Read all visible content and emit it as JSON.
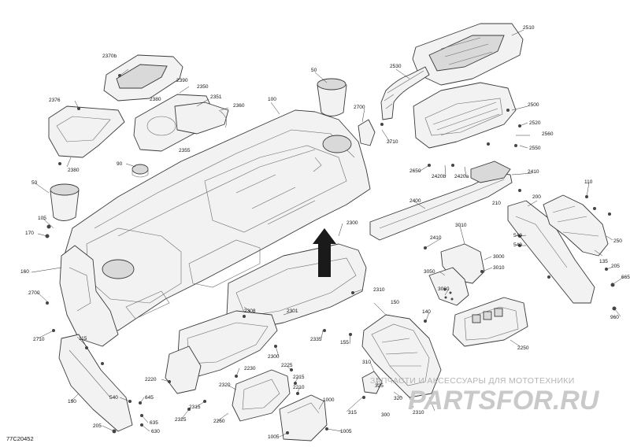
{
  "diagram": {
    "reference_code": "77C20452",
    "watermark": {
      "line1": "ЗАПЧАСТИ И АКСЕССУАРЫ ДЛЯ МОТОТЕХНИКИ",
      "line2": "PARTSFOR.RU"
    },
    "callouts": [
      "2510",
      "2370b",
      "2390",
      "2380",
      "2350",
      "2351",
      "2360",
      "2376",
      "2355",
      "2380",
      "50",
      "100",
      "2700",
      "2710",
      "2530",
      "2500",
      "2520",
      "2560",
      "2550",
      "2650",
      "2420b",
      "2420a",
      "2410",
      "200",
      "210",
      "110",
      "250",
      "2400",
      "90",
      "50",
      "105",
      "170",
      "2300",
      "3010",
      "540",
      "540",
      "135",
      "205",
      "665",
      "960",
      "2410",
      "3000",
      "3050",
      "3010",
      "3060",
      "2250",
      "160",
      "2700",
      "2710",
      "2310",
      "150",
      "140",
      "2308",
      "2301",
      "2335",
      "155",
      "115",
      "2300",
      "2230",
      "2225",
      "2215",
      "2210",
      "2220",
      "2320",
      "2315",
      "2325",
      "2260",
      "1000",
      "1005",
      "1005",
      "540",
      "645",
      "635",
      "630",
      "205",
      "190",
      "310",
      "325",
      "300",
      "315",
      "320",
      "2310"
    ]
  }
}
